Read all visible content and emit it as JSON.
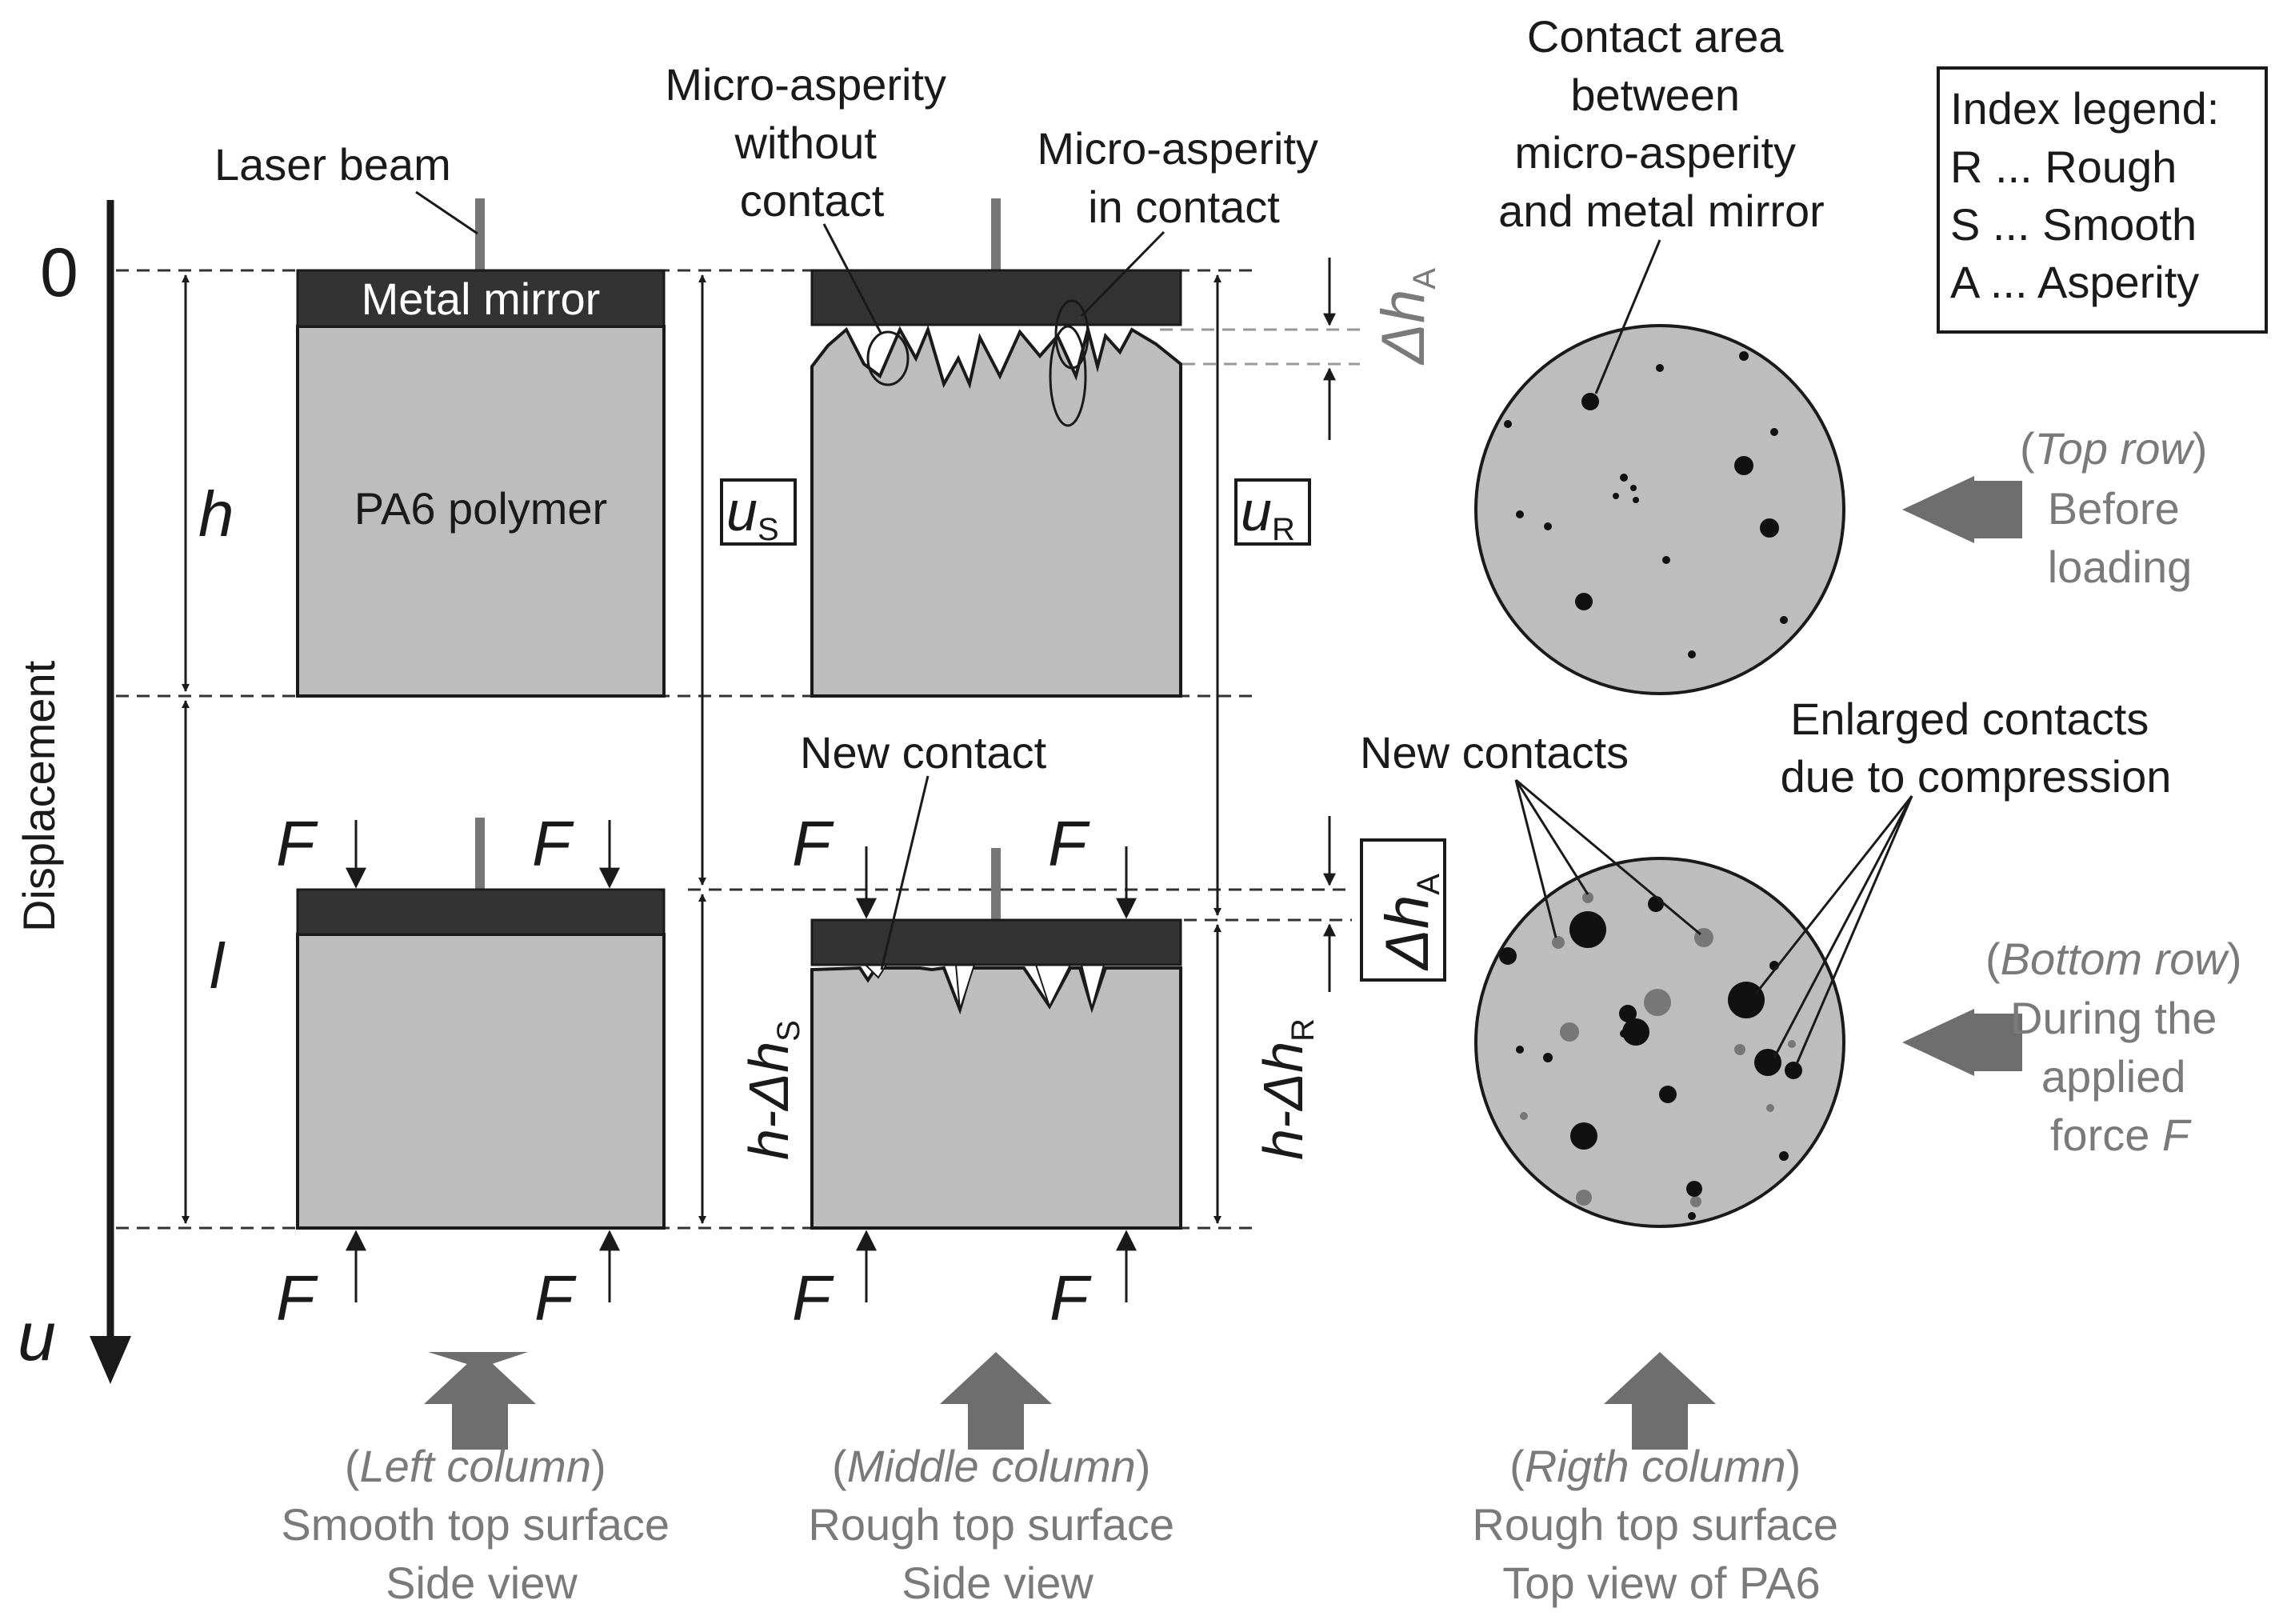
{
  "labels": {
    "laser_beam": "Laser beam",
    "metal_mirror": "Metal mirror",
    "pa6_polymer": "PA6 polymer",
    "zero": "0",
    "u_axis": "u",
    "displacement": "Displacement",
    "h": "h",
    "l": "l",
    "force": "F",
    "micro_asperity_without_contact": [
      "Micro-asperity",
      "without",
      "contact"
    ],
    "micro_asperity_in_contact": [
      "Micro-asperity",
      "in contact"
    ],
    "new_contact": "New contact",
    "u_s_main": "u",
    "u_s_sub": "S",
    "u_r_main": "u",
    "u_r_sub": "R",
    "delta_h": "Δh",
    "delta_sub_a": "A",
    "h_minus_dh": "h-Δh",
    "sub_s": "S",
    "sub_r": "R",
    "contact_area": [
      "Contact area",
      "between",
      "micro-asperity",
      "and metal mirror"
    ],
    "new_contacts": "New contacts",
    "enlarged_contacts": [
      "Enlarged contacts",
      "due to compression"
    ]
  },
  "index_legend": {
    "title": "Index legend:",
    "items": [
      "R ... Rough",
      "S ... Smooth",
      "A ... Asperity"
    ]
  },
  "row_captions": {
    "top": {
      "paren_open": "(",
      "name": "Top row",
      "paren_close": ")",
      "line2": "Before",
      "line3": "loading"
    },
    "bottom": {
      "paren_open": "(",
      "name": "Bottom row",
      "paren_close": ")",
      "line2": "During the",
      "line3": "applied",
      "line4_prefix": "force ",
      "line4_var": "F"
    }
  },
  "column_captions": {
    "left": {
      "paren_open": "(",
      "name": "Left column",
      "paren_close": ")",
      "line2": "Smooth top surface",
      "line3": "Side view"
    },
    "middle": {
      "paren_open": "(",
      "name": "Middle column",
      "paren_close": ")",
      "line2": "Rough top surface",
      "line3": "Side view"
    },
    "right": {
      "paren_open": "(",
      "name": "Rigth column",
      "paren_close": ")",
      "line2": "Rough top surface",
      "line3": "Top view of PA6"
    }
  },
  "colors": {
    "polymer_fill": "#bdbdbd",
    "mirror_fill": "#333333",
    "caption_gray": "#7a7a7a",
    "arrow_gray": "#6e6e6e"
  }
}
